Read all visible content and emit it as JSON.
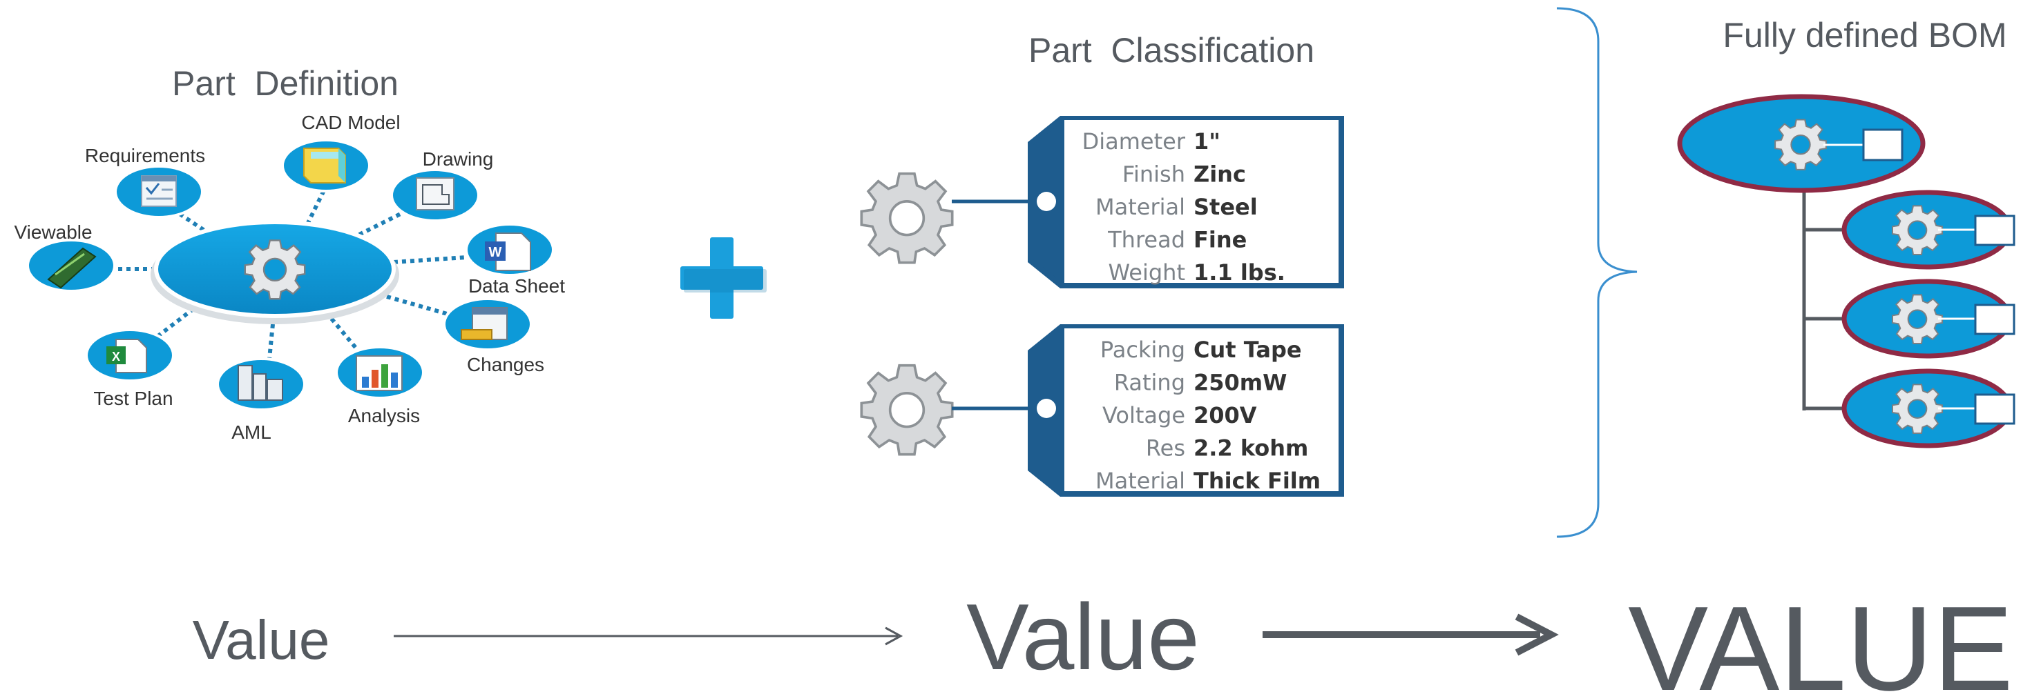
{
  "part_definition": {
    "title": "Part  Definition",
    "satellites": {
      "cad_model": "CAD Model",
      "requirements": "Requirements",
      "drawing": "Drawing",
      "viewable": "Viewable",
      "data_sheet": "Data Sheet",
      "changes": "Changes",
      "test_plan": "Test Plan",
      "aml": "AML",
      "analysis": "Analysis"
    }
  },
  "part_classification": {
    "title": "Part  Classification",
    "tag1": [
      {
        "label": "Diameter",
        "value": "1\""
      },
      {
        "label": "Finish",
        "value": "Zinc"
      },
      {
        "label": "Material",
        "value": "Steel"
      },
      {
        "label": "Thread",
        "value": "Fine"
      },
      {
        "label": "Weight",
        "value": "1.1 lbs."
      }
    ],
    "tag2": [
      {
        "label": "Packing",
        "value": "Cut Tape"
      },
      {
        "label": "Rating",
        "value": "250mW"
      },
      {
        "label": "Voltage",
        "value": "200V"
      },
      {
        "label": "Res",
        "value": "2.2 kohm"
      },
      {
        "label": "Material",
        "value": "Thick Film"
      }
    ]
  },
  "bom": {
    "title": "Fully defined BOM"
  },
  "value_row": {
    "value_small": "Value",
    "value_medium": "Value",
    "value_large": "VALUE"
  },
  "colors": {
    "blue": "#0d9ad8",
    "dark_blue": "#1e5c8e",
    "maroon": "#8f2a45",
    "text_gray": "#555a60",
    "dots": "#1f7fb5"
  }
}
